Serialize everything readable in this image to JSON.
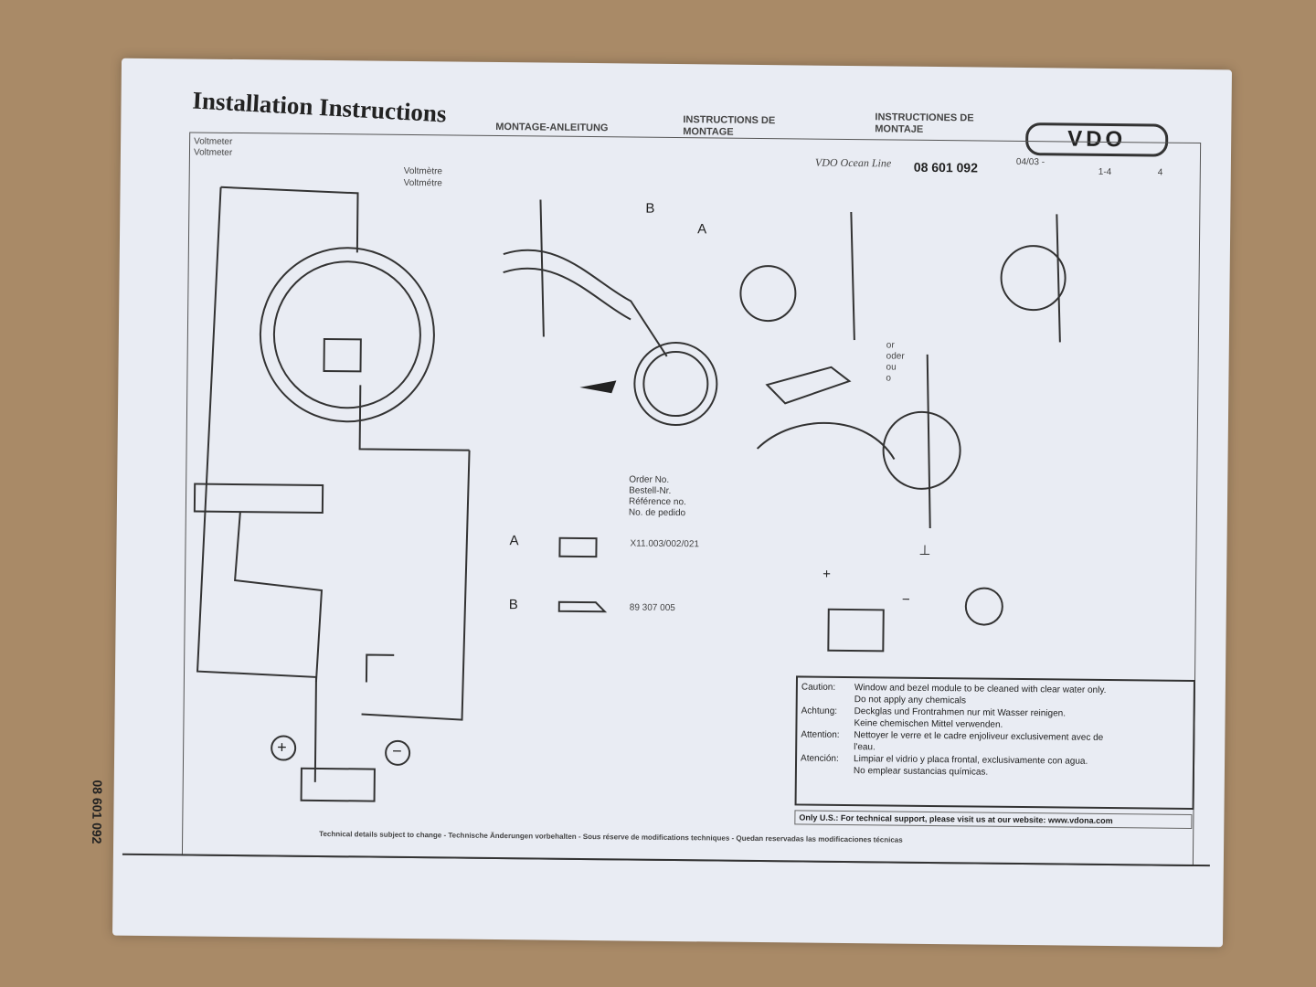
{
  "header": {
    "title": "Installation Instructions",
    "german": "MONTAGE-ANLEITUNG",
    "french": "INSTRUCTIONS DE MONTAGE",
    "spanish": "INSTRUCTIONES DE MONTAJE",
    "brand": "VDO",
    "product_en": "Voltmeter",
    "product_de": "Voltmeter",
    "product_fr": "Voltmètre",
    "product_es": "Voltmétre",
    "signature": "VDO Ocean Line",
    "part_number": "08 601 092",
    "date": "04/03 -",
    "page": "1-4",
    "page_total": "4"
  },
  "diagram": {
    "label_a": "A",
    "label_b": "B",
    "or_text": "or\noder\nou\no",
    "plus": "+",
    "minus": "−",
    "ground": "⊥"
  },
  "order": {
    "heading": [
      "Order No.",
      "Bestell-Nr.",
      "Référence no.",
      "No. de pedido"
    ],
    "items": [
      {
        "label": "A",
        "number": "X11.003/002/021"
      },
      {
        "label": "B",
        "number": "89 307 005"
      }
    ]
  },
  "caution": [
    {
      "label": "Caution:",
      "lines": [
        "Window and bezel module to be cleaned with clear water only.",
        "Do not apply any chemicals"
      ]
    },
    {
      "label": "Achtung:",
      "lines": [
        "Deckglas und Frontrahmen nur mit Wasser reinigen.",
        "Keine chemischen Mittel verwenden."
      ]
    },
    {
      "label": "Attention:",
      "lines": [
        "Nettoyer le verre et le cadre enjoliveur exclusivement avec de",
        "l'eau."
      ]
    },
    {
      "label": "Atención:",
      "lines": [
        "Limpiar el vidrio y placa frontal, exclusivamente con agua.",
        "No emplear sustancias químicas."
      ]
    }
  ],
  "support": "Only U.S.: For technical support, please visit us at our website: www.vdona.com",
  "footer": "Technical details subject to change - Technische Änderungen vorbehalten - Sous réserve de modifications techniques - Quedan reservadas las modificaciones técnicas",
  "side_number": "08 601 092"
}
